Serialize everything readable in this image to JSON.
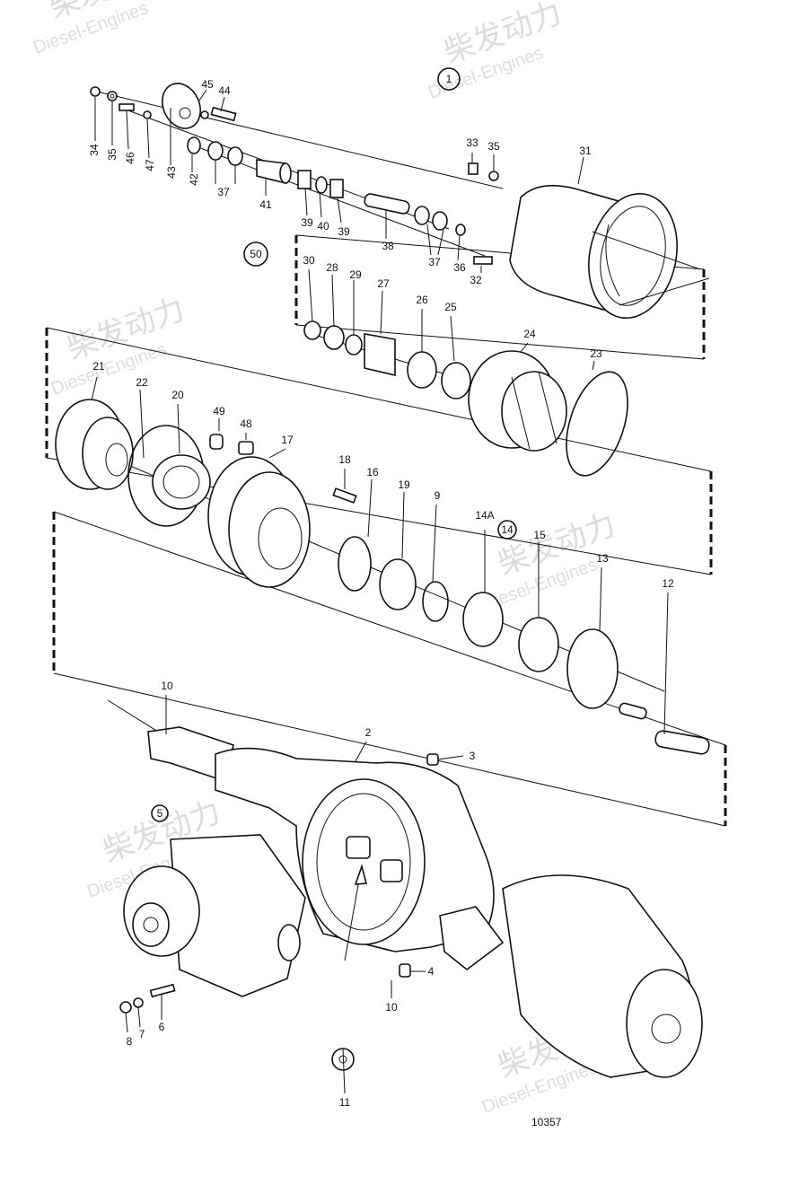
{
  "watermark": {
    "brand_cn": "柴发动力",
    "brand_en": "Diesel-Engines"
  },
  "drawing_number": "10357",
  "callouts": [
    {
      "id": "c1",
      "label": "34"
    },
    {
      "id": "c2",
      "label": "35"
    },
    {
      "id": "c3",
      "label": "46"
    },
    {
      "id": "c4",
      "label": "47"
    },
    {
      "id": "c5",
      "label": "43"
    },
    {
      "id": "c6",
      "label": "45"
    },
    {
      "id": "c7",
      "label": "44"
    },
    {
      "id": "c8",
      "label": "42"
    },
    {
      "id": "c9",
      "label": "37"
    },
    {
      "id": "c10",
      "label": "41"
    },
    {
      "id": "c11",
      "label": "39"
    },
    {
      "id": "c12",
      "label": "40"
    },
    {
      "id": "c13",
      "label": "39"
    },
    {
      "id": "c14",
      "label": "38"
    },
    {
      "id": "c15",
      "label": "37"
    },
    {
      "id": "c16",
      "label": "36"
    },
    {
      "id": "c17",
      "label": "32"
    },
    {
      "id": "c18",
      "label": "33"
    },
    {
      "id": "c19",
      "label": "35"
    },
    {
      "id": "c20",
      "label": "31"
    },
    {
      "id": "c21",
      "label": "30"
    },
    {
      "id": "c22",
      "label": "28"
    },
    {
      "id": "c23",
      "label": "29"
    },
    {
      "id": "c24",
      "label": "27"
    },
    {
      "id": "c25",
      "label": "26"
    },
    {
      "id": "c26",
      "label": "25"
    },
    {
      "id": "c27",
      "label": "24"
    },
    {
      "id": "c28",
      "label": "23"
    },
    {
      "id": "c29",
      "label": "21"
    },
    {
      "id": "c30",
      "label": "22"
    },
    {
      "id": "c31",
      "label": "20"
    },
    {
      "id": "c32",
      "label": "49"
    },
    {
      "id": "c33",
      "label": "48"
    },
    {
      "id": "c34",
      "label": "17"
    },
    {
      "id": "c35",
      "label": "18"
    },
    {
      "id": "c36",
      "label": "16"
    },
    {
      "id": "c37",
      "label": "19"
    },
    {
      "id": "c38",
      "label": "9"
    },
    {
      "id": "c39",
      "label": "14A"
    },
    {
      "id": "c40",
      "label": "15"
    },
    {
      "id": "c41",
      "label": "13"
    },
    {
      "id": "c42",
      "label": "12"
    },
    {
      "id": "c43",
      "label": "10"
    },
    {
      "id": "c44",
      "label": "2"
    },
    {
      "id": "c45",
      "label": "3"
    },
    {
      "id": "c46",
      "label": "4"
    },
    {
      "id": "c47",
      "label": "10"
    },
    {
      "id": "c48",
      "label": "11"
    },
    {
      "id": "c49",
      "label": "8"
    },
    {
      "id": "c50",
      "label": "7"
    },
    {
      "id": "c51",
      "label": "6"
    }
  ],
  "circled_callouts": [
    {
      "id": "g1",
      "label": "1"
    },
    {
      "id": "g2",
      "label": "50"
    },
    {
      "id": "g3",
      "label": "14"
    },
    {
      "id": "g4",
      "label": "5"
    }
  ]
}
